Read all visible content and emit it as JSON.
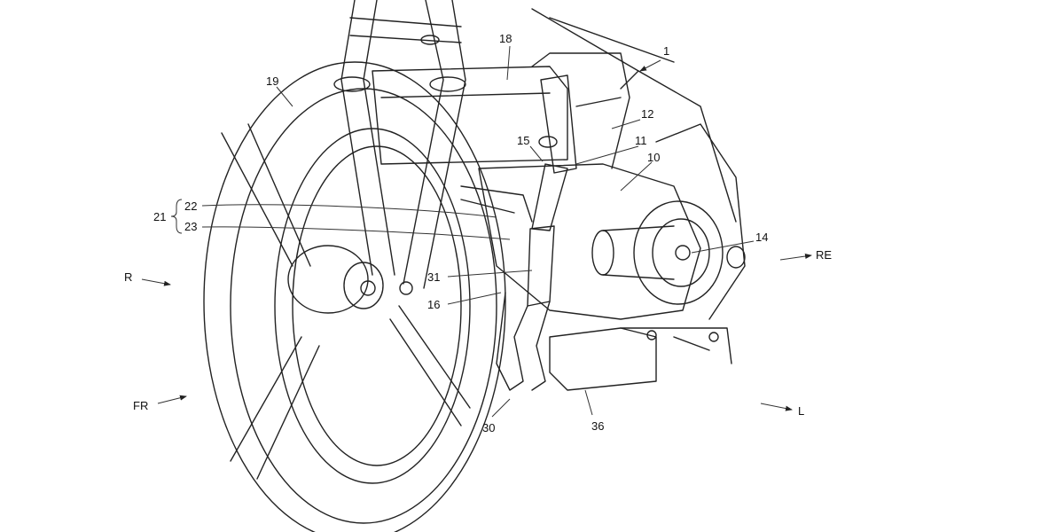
{
  "figure": {
    "labels": {
      "l1": "1",
      "l18": "18",
      "l19": "19",
      "l12": "12",
      "l15": "15",
      "l11": "11",
      "l10": "10",
      "l21": "21",
      "l22": "22",
      "l23": "23",
      "l14": "14",
      "l31": "31",
      "l16": "16",
      "l30": "30",
      "l36": "36"
    },
    "directions": {
      "re": "RE",
      "r": "R",
      "fr": "FR",
      "l": "L"
    }
  }
}
